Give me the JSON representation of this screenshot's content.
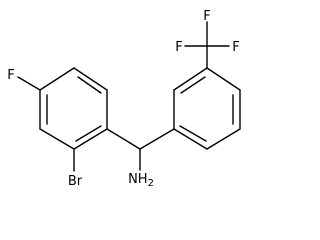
{
  "molecule": {
    "atom_labels": {
      "fluoro_ring": "F",
      "bromo": "Br",
      "amine": "NH",
      "amine_subscript": "2",
      "cf3_f_top": "F",
      "cf3_f_left": "F",
      "cf3_f_right": "F"
    }
  }
}
